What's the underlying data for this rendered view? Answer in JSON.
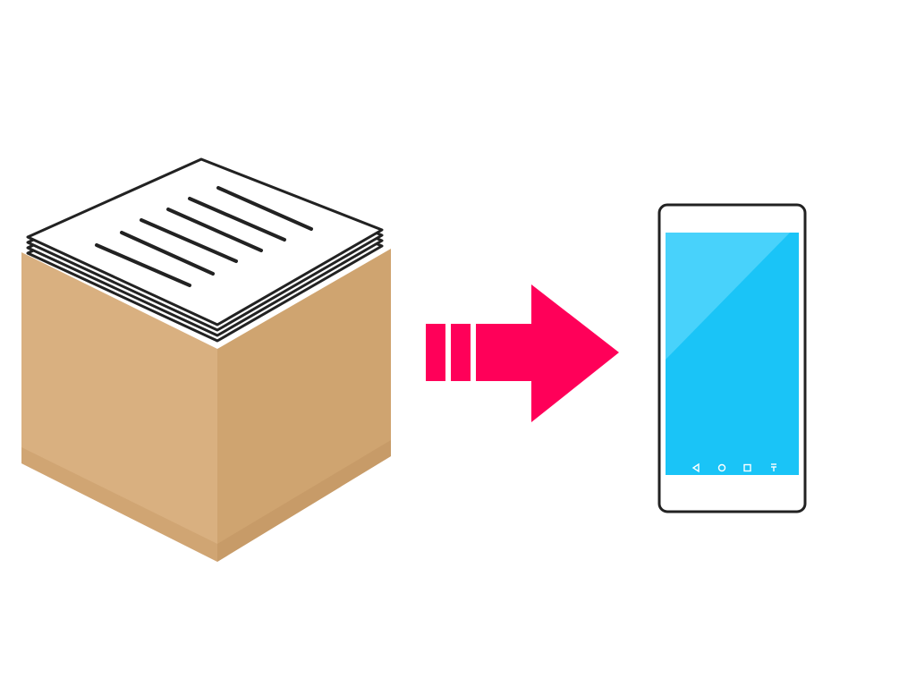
{
  "illustration": {
    "items": [
      {
        "name": "cardboard-box-with-documents",
        "icon": "box-icon"
      },
      {
        "name": "transfer-arrow",
        "icon": "arrow-right-icon"
      },
      {
        "name": "smartphone",
        "icon": "smartphone-icon"
      }
    ]
  },
  "colors": {
    "background": "#ffffff",
    "box_top": "#d3a877",
    "box_left": "#d9b080",
    "box_right": "#cfa470",
    "paper": "#ffffff",
    "outline": "#222222",
    "arrow": "#ff0059",
    "phone_screen": "#1ac4f7",
    "phone_screen_highlight": "#48d2fb",
    "nav_icons": "#ffffff"
  },
  "phone": {
    "nav_icons": [
      "back-icon",
      "home-icon",
      "recents-icon",
      "menu-icon"
    ]
  }
}
